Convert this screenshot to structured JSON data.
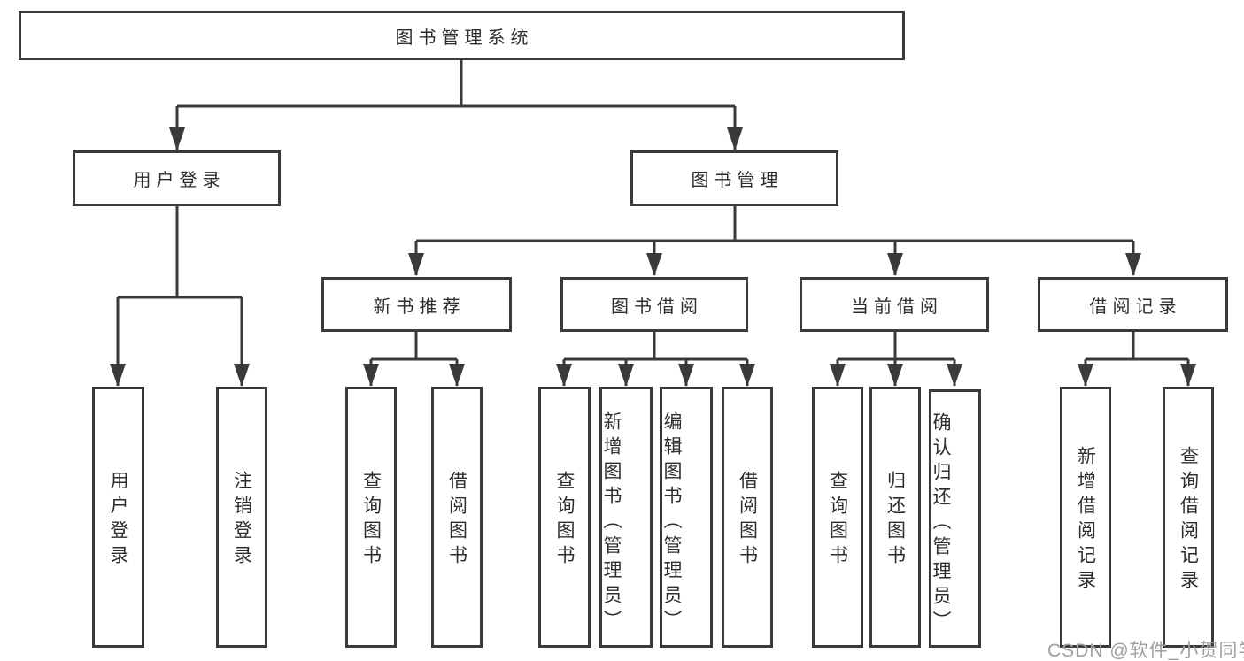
{
  "diagram": {
    "tree": {
      "label": "图书管理系统",
      "children": [
        {
          "label": "用户登录",
          "children": [
            {
              "label": "用户登录"
            },
            {
              "label": "注销登录"
            }
          ]
        },
        {
          "label": "图书管理",
          "children": [
            {
              "label": "新书推荐",
              "children": [
                {
                  "label": "查询图书"
                },
                {
                  "label": "借阅图书"
                }
              ]
            },
            {
              "label": "图书借阅",
              "children": [
                {
                  "label": "查询图书"
                },
                {
                  "label": "新增图书（管理员）"
                },
                {
                  "label": "编辑图书（管理员）"
                },
                {
                  "label": "借阅图书"
                }
              ]
            },
            {
              "label": "当前借阅",
              "children": [
                {
                  "label": "查询图书"
                },
                {
                  "label": "归还图书"
                },
                {
                  "label": "确认归还（管理员）"
                }
              ]
            },
            {
              "label": "借阅记录",
              "children": [
                {
                  "label": "新增借阅记录"
                },
                {
                  "label": "查询借阅记录"
                }
              ]
            }
          ]
        }
      ]
    },
    "colors": {
      "line": "#3a3a3a",
      "text": "#2d2d2d",
      "watermark": "#a0a0a0"
    }
  },
  "watermark": {
    "text": "CSDN @软件_小贺同学"
  }
}
